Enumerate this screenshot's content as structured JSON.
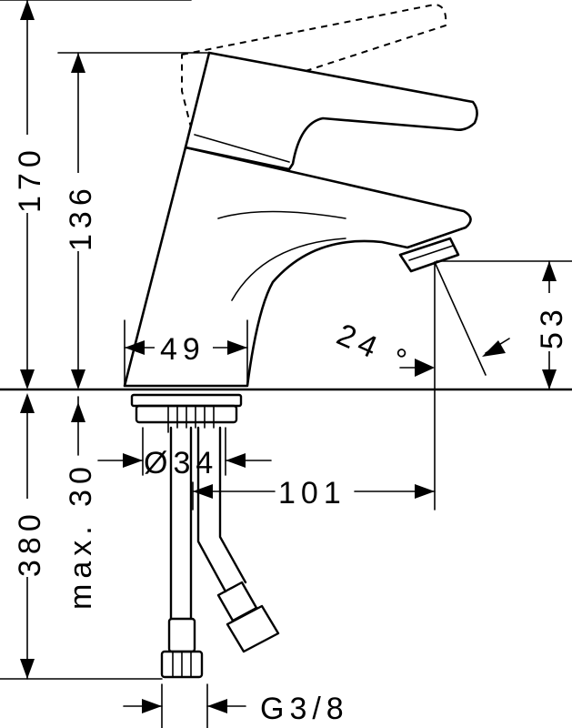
{
  "dimensions": {
    "total_height": "170",
    "spout_height": "136",
    "base_width": "49",
    "tilt_angle": "24 °",
    "aerator_height": "53",
    "tap_hole_diameter": "Ø34",
    "spout_reach": "101",
    "max_countertop": "max. 30",
    "hose_length": "380",
    "connection_thread": "G3/8"
  }
}
